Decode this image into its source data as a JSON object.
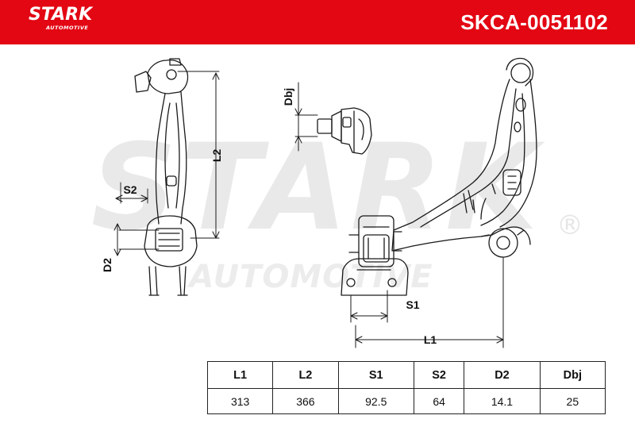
{
  "brand": {
    "name": "STARK",
    "sub": "AUTOMOTIVE"
  },
  "part_number": "SKCA-0051102",
  "watermark": {
    "main": "STARK",
    "sub": "AUTOMOTIVE",
    "mark": "®"
  },
  "dimension_labels": {
    "dbj": "Dbj",
    "l2": "L2",
    "s2": "S2",
    "d2": "D2",
    "s1": "S1",
    "l1": "L1"
  },
  "specs": {
    "headers": [
      "L1",
      "L2",
      "S1",
      "S2",
      "D2",
      "Dbj"
    ],
    "values": [
      "313",
      "366",
      "92.5",
      "64",
      "14.1",
      "25"
    ]
  },
  "colors": {
    "header_bg": "#e30613",
    "watermark": "#e8e8e8",
    "line": "#1a1a1a"
  }
}
